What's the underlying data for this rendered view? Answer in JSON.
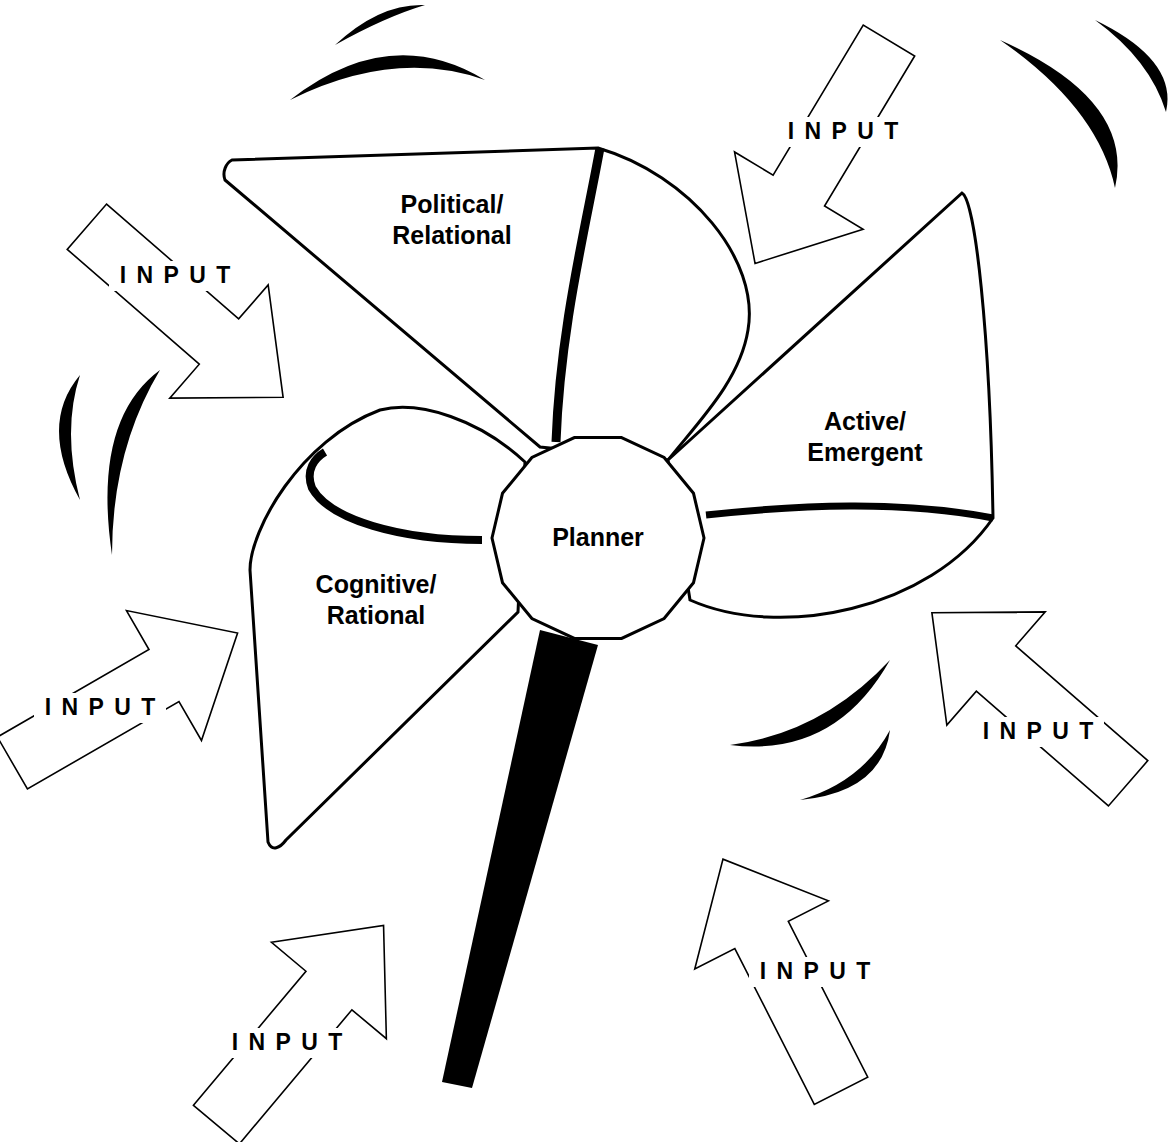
{
  "diagram": {
    "nodes": [
      {
        "text": [
          "Political/ Relational"
        ]
      },
      {
        "text": [
          "Active/ Emergent"
        ]
      },
      {
        "text": [
          "Planner"
        ]
      },
      {
        "text": [
          "Cognitive/ Rational"
        ]
      }
    ],
    "labels": [
      "INPUT",
      "INPUT",
      "INPUT",
      "INPUT",
      "INPUT",
      "INPUT"
    ]
  }
}
